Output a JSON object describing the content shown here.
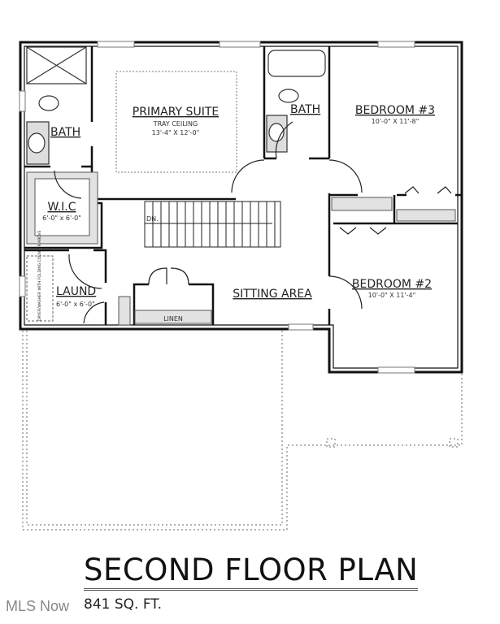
{
  "rooms": {
    "primary_suite": {
      "name": "PRIMARY SUITE",
      "note": "TRAY CEILING",
      "size": "13'-4\" X 12'-0\""
    },
    "primary_bath": {
      "name": "BATH"
    },
    "wic": {
      "name": "W.I.C",
      "size": "6'-0\" x 6'-0\""
    },
    "laundry": {
      "name": "LAUND",
      "size": "6'-0\" x 6'-0\"",
      "note": "DRYER/WASHER WITH FOLDING COUNTER ABOVE"
    },
    "linen": {
      "name": "LINEN"
    },
    "stairs": {
      "label": "DN."
    },
    "sitting_area": {
      "name": "SITTING AREA"
    },
    "hall_bath": {
      "name": "BATH"
    },
    "bedroom3": {
      "name": "BEDROOM #3",
      "size": "10'-0\" X 11'-8\""
    },
    "bedroom2": {
      "name": "BEDROOM #2",
      "size": "10'-0\" X 11'-4\""
    }
  },
  "title": "SECOND FLOOR PLAN",
  "area": "841 SQ. FT.",
  "watermark": "MLS Now"
}
